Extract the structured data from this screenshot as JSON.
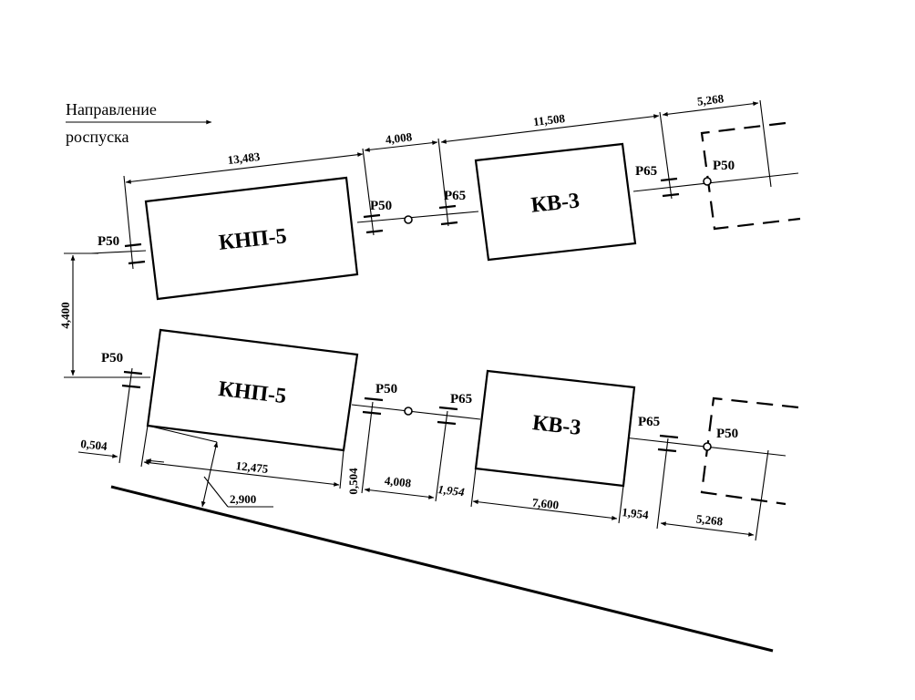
{
  "direction": {
    "line1": "Направление",
    "line2": "роспуска"
  },
  "wagons": {
    "top_left": "КНП-5",
    "top_right": "КВ-3",
    "bottom_left": "КНП-5",
    "bottom_right": "КВ-3"
  },
  "couplers": {
    "top_p50_left": "Р50",
    "top_p50_mid": "Р50",
    "top_p65_mid": "Р65",
    "top_p65_right": "Р65",
    "top_p50_right": "Р50",
    "bot_p50_left": "Р50",
    "bot_p50_mid": "Р50",
    "bot_p65_mid": "Р65",
    "bot_p65_right": "Р65",
    "bot_p50_right": "Р50"
  },
  "dimensions": {
    "top_13483": "13,483",
    "top_4008": "4,008",
    "top_11508": "11,508",
    "top_5268": "5,268",
    "vert_4400": "4,400",
    "bot_0504_left": "0,504",
    "bot_12475": "12,475",
    "bot_2900": "2,900",
    "bot_0504_mid": "0,504",
    "bot_4008": "4,008",
    "bot_1954_a": "1,954",
    "bot_7600": "7,600",
    "bot_1954_b": "1,954",
    "bot_5268": "5,268"
  }
}
